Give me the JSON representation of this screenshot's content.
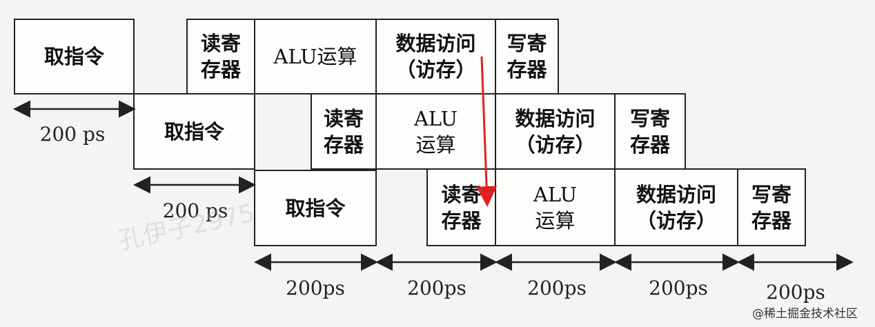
{
  "stages": {
    "fetch": "取指令",
    "reg_read": "读寄\n存器",
    "alu_one_line": "ALU运算",
    "alu_two_line": "ALU\n运算",
    "mem": "数据访问\n（访存）",
    "reg_write": "写寄\n存器"
  },
  "timing": {
    "stage_1": "200 ps",
    "stage_2": "200 ps",
    "ticks": [
      "200ps",
      "200ps",
      "200ps",
      "200ps",
      "200ps"
    ]
  },
  "watermark": "@稀土掘金技术社区",
  "faint_watermark": "孔伊子2975",
  "colors": {
    "box_border": "#222222",
    "arrow": "#e02020",
    "background": "#f4f4f2"
  }
}
